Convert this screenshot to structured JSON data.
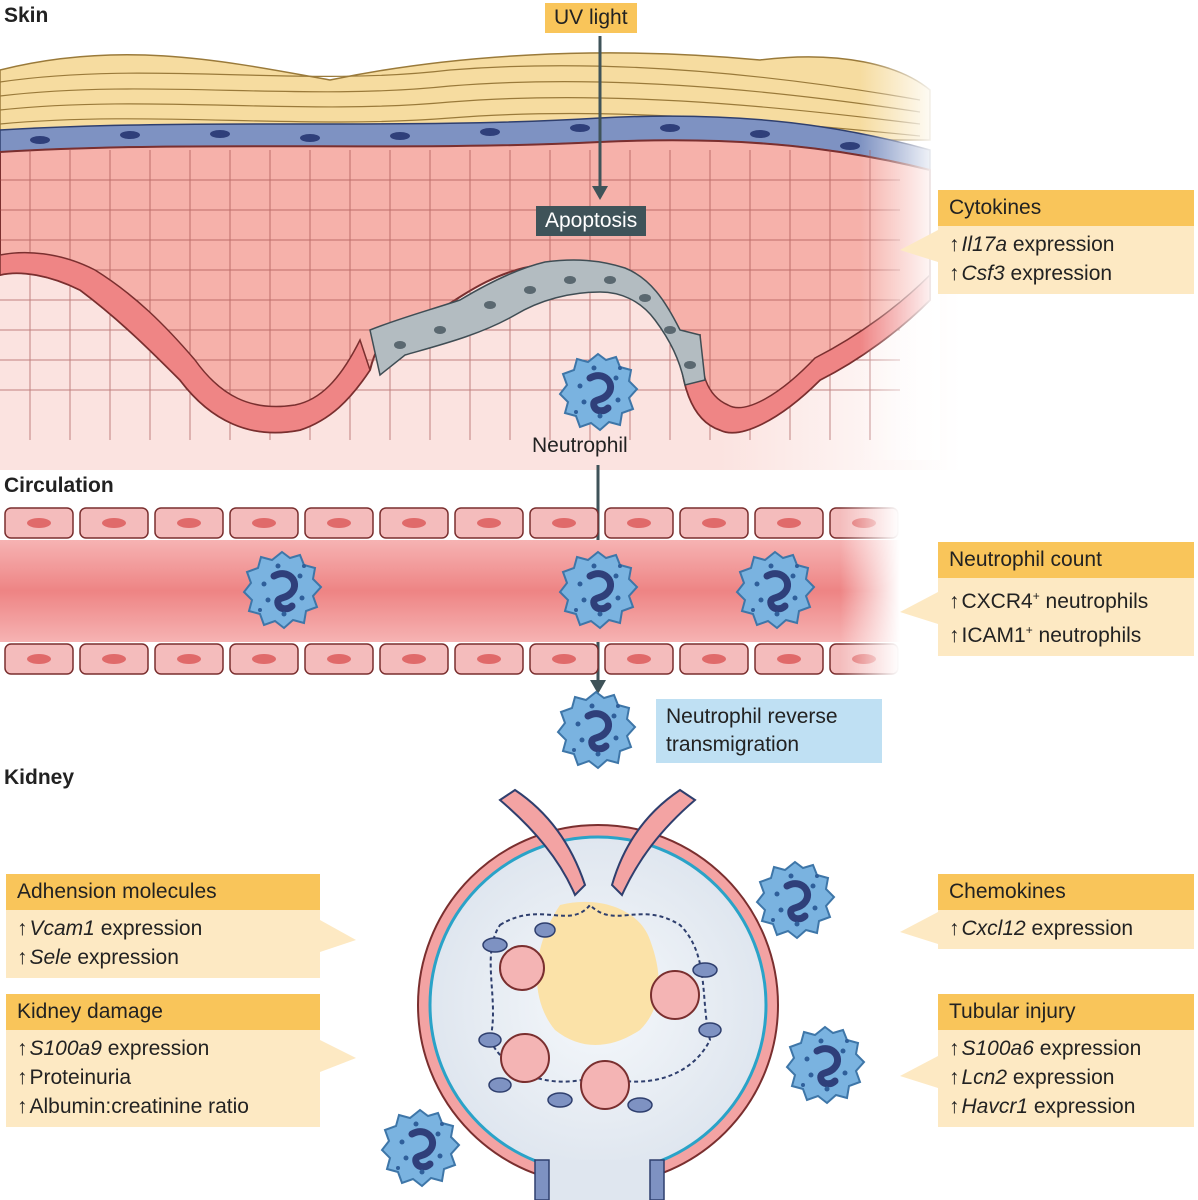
{
  "sections": {
    "skin": "Skin",
    "circulation": "Circulation",
    "kidney": "Kidney"
  },
  "labels": {
    "uv_light": "UV light",
    "apoptosis": "Apoptosis",
    "neutrophil": "Neutrophil",
    "reverse_transmigration_1": "Neutrophil reverse",
    "reverse_transmigration_2": "transmigration"
  },
  "boxes": {
    "cytokines": {
      "title": "Cytokines",
      "lines": [
        {
          "arrow": "↑",
          "gene": "Il17a",
          "rest": " expression"
        },
        {
          "arrow": "↑",
          "gene": "Csf3",
          "rest": " expression"
        }
      ]
    },
    "neutrophil_count": {
      "title": "Neutrophil count",
      "lines": [
        {
          "arrow": "↑",
          "text": "CXCR4",
          "sup": "+",
          "rest": " neutrophils"
        },
        {
          "arrow": "↑",
          "text": "ICAM1",
          "sup": "+",
          "rest": " neutrophils"
        }
      ]
    },
    "adhesion": {
      "title": "Adhension molecules",
      "lines": [
        {
          "arrow": "↑",
          "gene": "Vcam1",
          "rest": " expression"
        },
        {
          "arrow": "↑",
          "gene": "Sele",
          "rest": " expression"
        }
      ]
    },
    "kidney_damage": {
      "title": "Kidney damage",
      "lines": [
        {
          "arrow": "↑",
          "gene": "S100a9",
          "rest": " expression"
        },
        {
          "arrow": "↑",
          "text": "Proteinuria"
        },
        {
          "arrow": "↑",
          "text": "Albumin:creatinine ratio"
        }
      ]
    },
    "chemokines": {
      "title": "Chemokines",
      "lines": [
        {
          "arrow": "↑",
          "gene": "Cxcl12",
          "rest": " expression"
        }
      ]
    },
    "tubular_injury": {
      "title": "Tubular injury",
      "lines": [
        {
          "arrow": "↑",
          "gene": "S100a6",
          "rest": " expression"
        },
        {
          "arrow": "↑",
          "gene": "Lcn2",
          "rest": " expression"
        },
        {
          "arrow": "↑",
          "gene": "Havcr1",
          "rest": " expression"
        }
      ]
    }
  },
  "colors": {
    "keratin": "#f6dca0",
    "basal_blue": "#6a7fb0",
    "cell_pink": "#f29a9a",
    "apoptotic_gray": "#a7b1b6",
    "neutrophil": "#6ea8d8",
    "vessel_lumen": "#ee8a8a",
    "box_fill": "#fde9c3",
    "box_header": "#f9c55a"
  }
}
